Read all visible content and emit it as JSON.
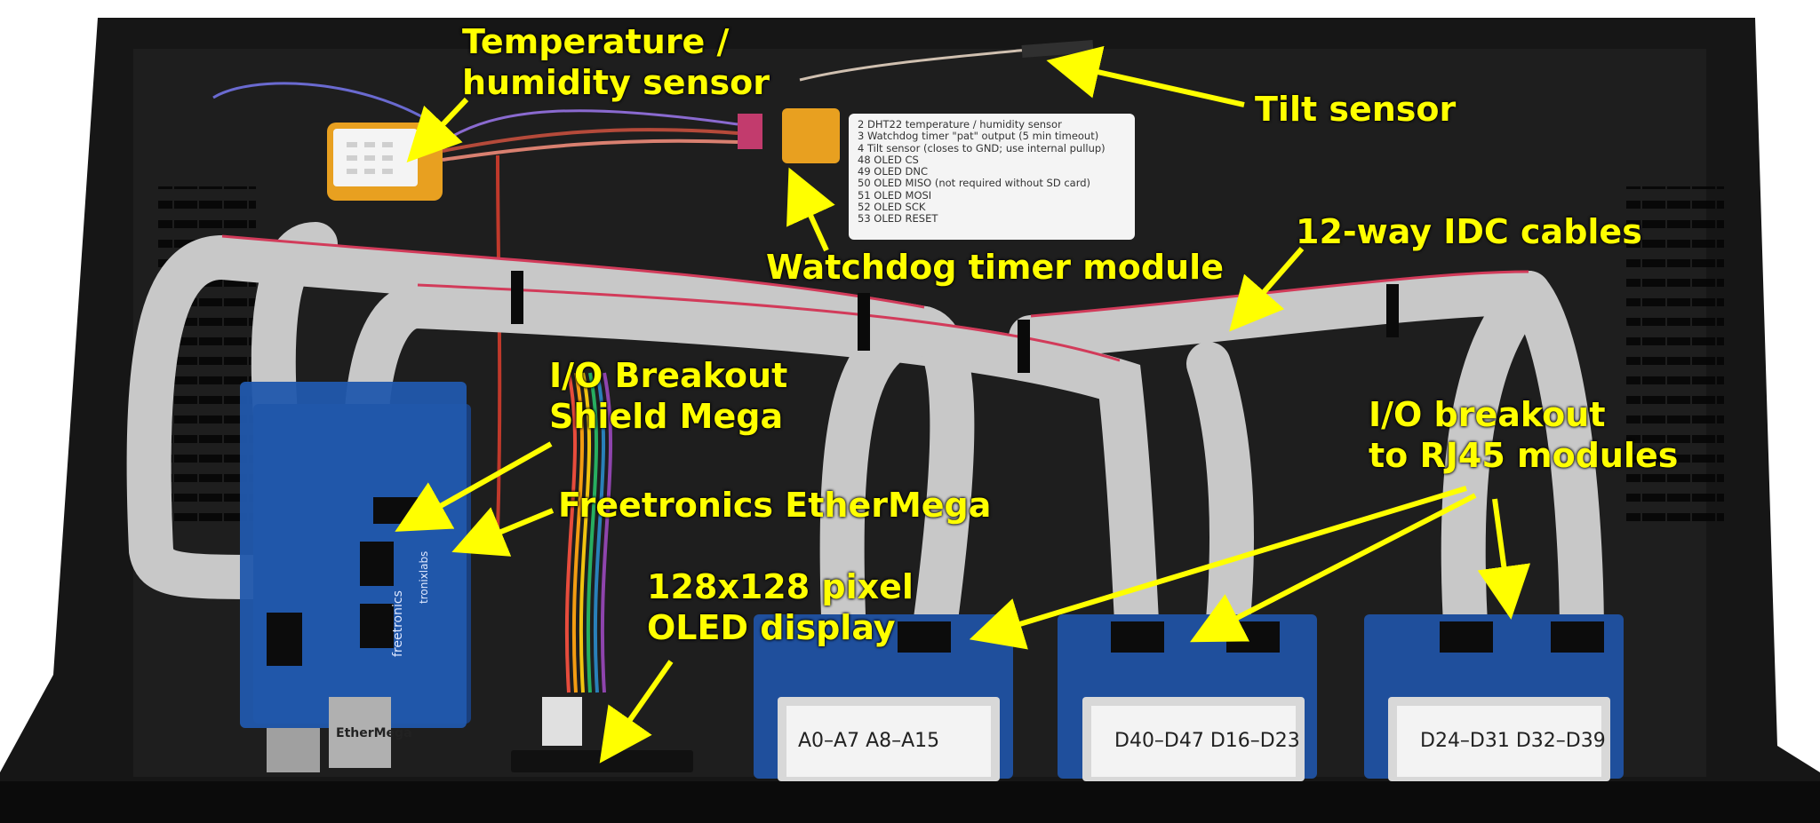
{
  "callouts": {
    "temp_sensor": [
      "Temperature /",
      "humidity sensor"
    ],
    "tilt_sensor": "Tilt sensor",
    "watchdog": "Watchdog timer module",
    "idc_cables": "12-way IDC cables",
    "io_breakout_shield": [
      "I/O Breakout",
      "Shield Mega"
    ],
    "ethermega": "Freetronics EtherMega",
    "io_rj45": [
      "I/O breakout",
      "to RJ45 modules"
    ],
    "oled": [
      "128x128 pixel",
      "OLED display"
    ]
  },
  "pin_note": [
    "2   DHT22 temperature / humidity sensor",
    "3   Watchdog timer \"pat\" output (5 min timeout)",
    "4   Tilt sensor (closes to GND; use internal pullup)",
    "48 OLED CS",
    "49 OLED DNC",
    "50 OLED MISO (not required without SD card)",
    "51 OLED MOSI",
    "52 OLED SCK",
    "53 OLED RESET"
  ],
  "port_labels": [
    "A0–A7   A8–A15",
    "D40–D47   D16–D23",
    "D24–D31   D32–D39"
  ],
  "board_markings": {
    "freetronics": "freetronics",
    "ethermega": "EtherMega",
    "website": "tronixlabs"
  },
  "colors": {
    "callout_text": "#ffff00",
    "enclosure": "#151515",
    "ribbon": "#c8c8c8",
    "pcb": "#1f4f9c"
  }
}
